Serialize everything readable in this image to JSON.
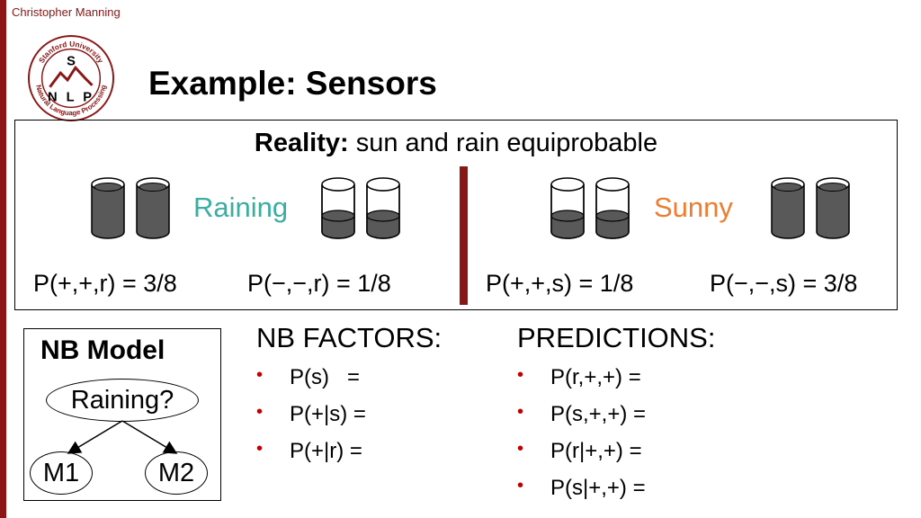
{
  "header": {
    "author": "Christopher Manning",
    "title": "Example: Sensors"
  },
  "logo": {
    "ring_text": "Stanford University · Natural Language Processing",
    "letters": [
      "S",
      "N",
      "L",
      "P"
    ],
    "color": "#8c1515"
  },
  "reality": {
    "label": "Reality:",
    "text": " sun and rain equiprobable"
  },
  "raining": {
    "label": "Raining",
    "color": "#3aaea1",
    "prob_pp": "P(+,+,r) = 3/8",
    "prob_mm": "P(−,−,r) = 1/8"
  },
  "sunny": {
    "label": "Sunny",
    "color": "#ed7d31",
    "prob_pp": "P(+,+,s) = 1/8",
    "prob_mm": "P(−,−,s) = 3/8"
  },
  "nb_model": {
    "title": "NB Model",
    "root": "Raining?",
    "child1": "M1",
    "child2": "M2"
  },
  "nb_factors": {
    "heading": "NB FACTORS:",
    "items": [
      "P(s)   =",
      "P(+|s) =",
      "P(+|r) ="
    ]
  },
  "predictions": {
    "heading": "PREDICTIONS:",
    "items": [
      "P(r,+,+) =",
      "P(s,+,+) =",
      "P(r|+,+) =",
      "P(s|+,+) ="
    ]
  },
  "colors": {
    "accent": "#8c1515",
    "bullet": "#c00000",
    "can_fill": "#595959"
  }
}
